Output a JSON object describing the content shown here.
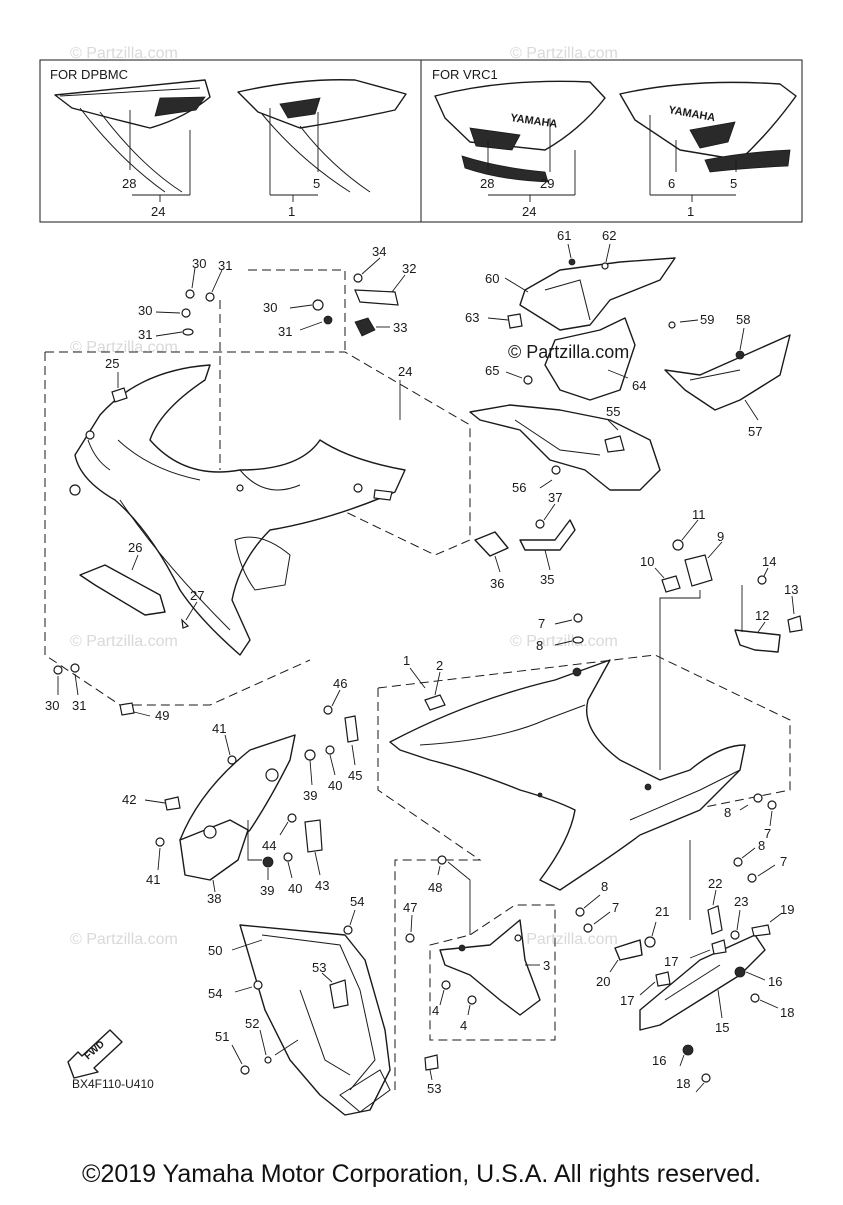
{
  "inset": {
    "left_title": "FOR  DPBMC",
    "right_title": "FOR  VRC1",
    "callouts": [
      "28",
      "24",
      "5",
      "1",
      "29",
      "6"
    ]
  },
  "watermarks": [
    "© Partzilla.com"
  ],
  "center_watermark": "© Partzilla.com",
  "callouts": [
    "1",
    "2",
    "3",
    "4",
    "5",
    "6",
    "7",
    "8",
    "9",
    "10",
    "11",
    "12",
    "13",
    "14",
    "15",
    "16",
    "17",
    "18",
    "19",
    "20",
    "21",
    "22",
    "23",
    "24",
    "25",
    "26",
    "27",
    "28",
    "29",
    "30",
    "31",
    "32",
    "33",
    "34",
    "35",
    "36",
    "37",
    "38",
    "39",
    "40",
    "41",
    "42",
    "43",
    "44",
    "45",
    "46",
    "47",
    "48",
    "49",
    "50",
    "51",
    "52",
    "53",
    "54",
    "55",
    "56",
    "57",
    "58",
    "59",
    "60",
    "61",
    "62",
    "63",
    "64",
    "65"
  ],
  "brand_text": "YAMAHA",
  "fwd_label": "FWD",
  "diagram_code": "BX4F110-U410",
  "copyright": "©2019 Yamaha Motor Corporation, U.S.A. All rights reserved."
}
